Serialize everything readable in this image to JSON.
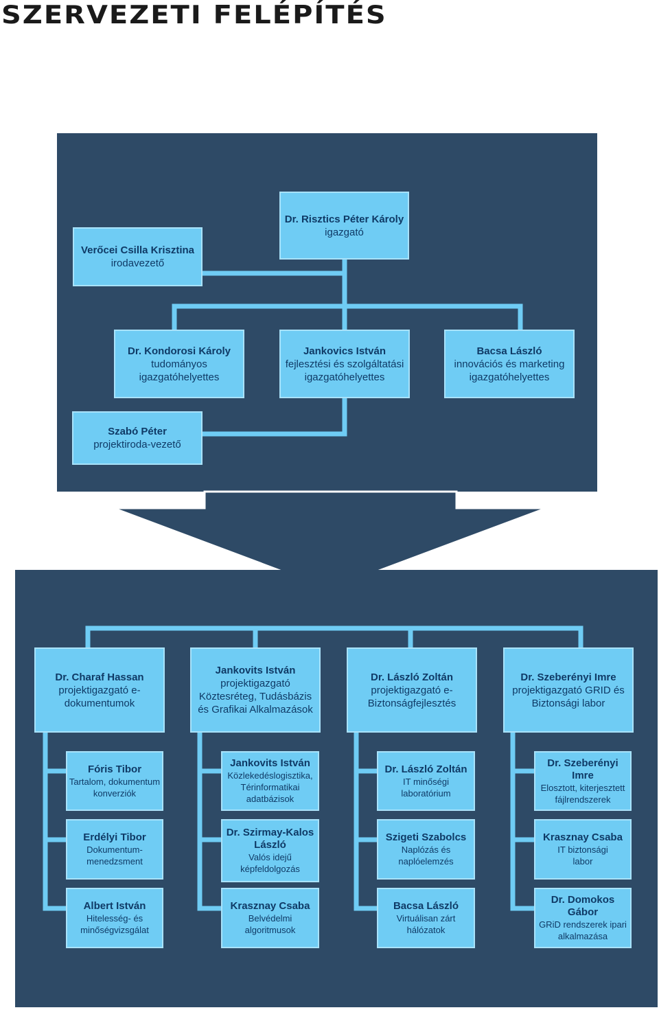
{
  "title": "SZERVEZETI FELÉPÍTÉS",
  "colors": {
    "panel": "#2e4a66",
    "box": "#6fccf4",
    "box_border": "#a9e2fa",
    "text": "#0f3a66",
    "connector": "#6fccf4"
  },
  "top": {
    "director": {
      "name": "Dr. Risztics Péter Károly",
      "role": "igazgató"
    },
    "office": {
      "name": "Verőcei Csilla Krisztina",
      "role": "irodavezető"
    },
    "deputy1": {
      "name": "Dr. Kondorosi Károly",
      "role": "tudományos igazgatóhelyettes"
    },
    "deputy2": {
      "name": "Jankovics István",
      "role": "fejlesztési és szolgáltatási igazgatóhelyettes"
    },
    "deputy3": {
      "name": "Bacsa László",
      "role": "innovációs és marketing igazgatóhelyettes"
    },
    "projectoffice": {
      "name": "Szabó Péter",
      "role": "projektiroda-vezető"
    }
  },
  "projects": [
    {
      "name": "Dr. Charaf Hassan",
      "role": "projektigazgató e-dokumentumok",
      "subs": [
        {
          "name": "Fóris Tibor",
          "desc": "Tartalom, dokumentum konverziók"
        },
        {
          "name": "Erdélyi Tibor",
          "desc": "Dokumentum-menedzsment"
        },
        {
          "name": "Albert István",
          "desc": "Hitelesség- és minőségvizsgálat"
        }
      ]
    },
    {
      "name": "Jankovits István",
      "role": "projektigazgató Köztesréteg, Tudásbázis és Grafikai Alkalmazások",
      "subs": [
        {
          "name": "Jankovits István",
          "desc": "Közlekedéslogisztika, Térinformatikai adatbázisok"
        },
        {
          "name": "Dr. Szirmay-Kalos László",
          "desc": "Valós idejű képfeldolgozás"
        },
        {
          "name": "Krasznay Csaba",
          "desc": "Belvédelmi algoritmusok"
        }
      ]
    },
    {
      "name": "Dr. László Zoltán",
      "role": "projektigazgató e-Biztonságfejlesztés",
      "subs": [
        {
          "name": "Dr. László Zoltán",
          "desc": "IT minőségi laboratórium"
        },
        {
          "name": "Szigeti Szabolcs",
          "desc": "Naplózás és naplóelemzés"
        },
        {
          "name": "Bacsa László",
          "desc": "Virtuálisan zárt hálózatok"
        }
      ]
    },
    {
      "name": "Dr. Szeberényi Imre",
      "role": "projektigazgató GRID és Biztonsági labor",
      "subs": [
        {
          "name": "Dr. Szeberényi Imre",
          "desc": "Elosztott, kiterjesztett fájlrendszerek"
        },
        {
          "name": "Krasznay Csaba",
          "desc": "IT biztonsági labor"
        },
        {
          "name": "Dr. Domokos Gábor",
          "desc": "GRiD rendszerek ipari alkalmazása"
        }
      ]
    }
  ]
}
